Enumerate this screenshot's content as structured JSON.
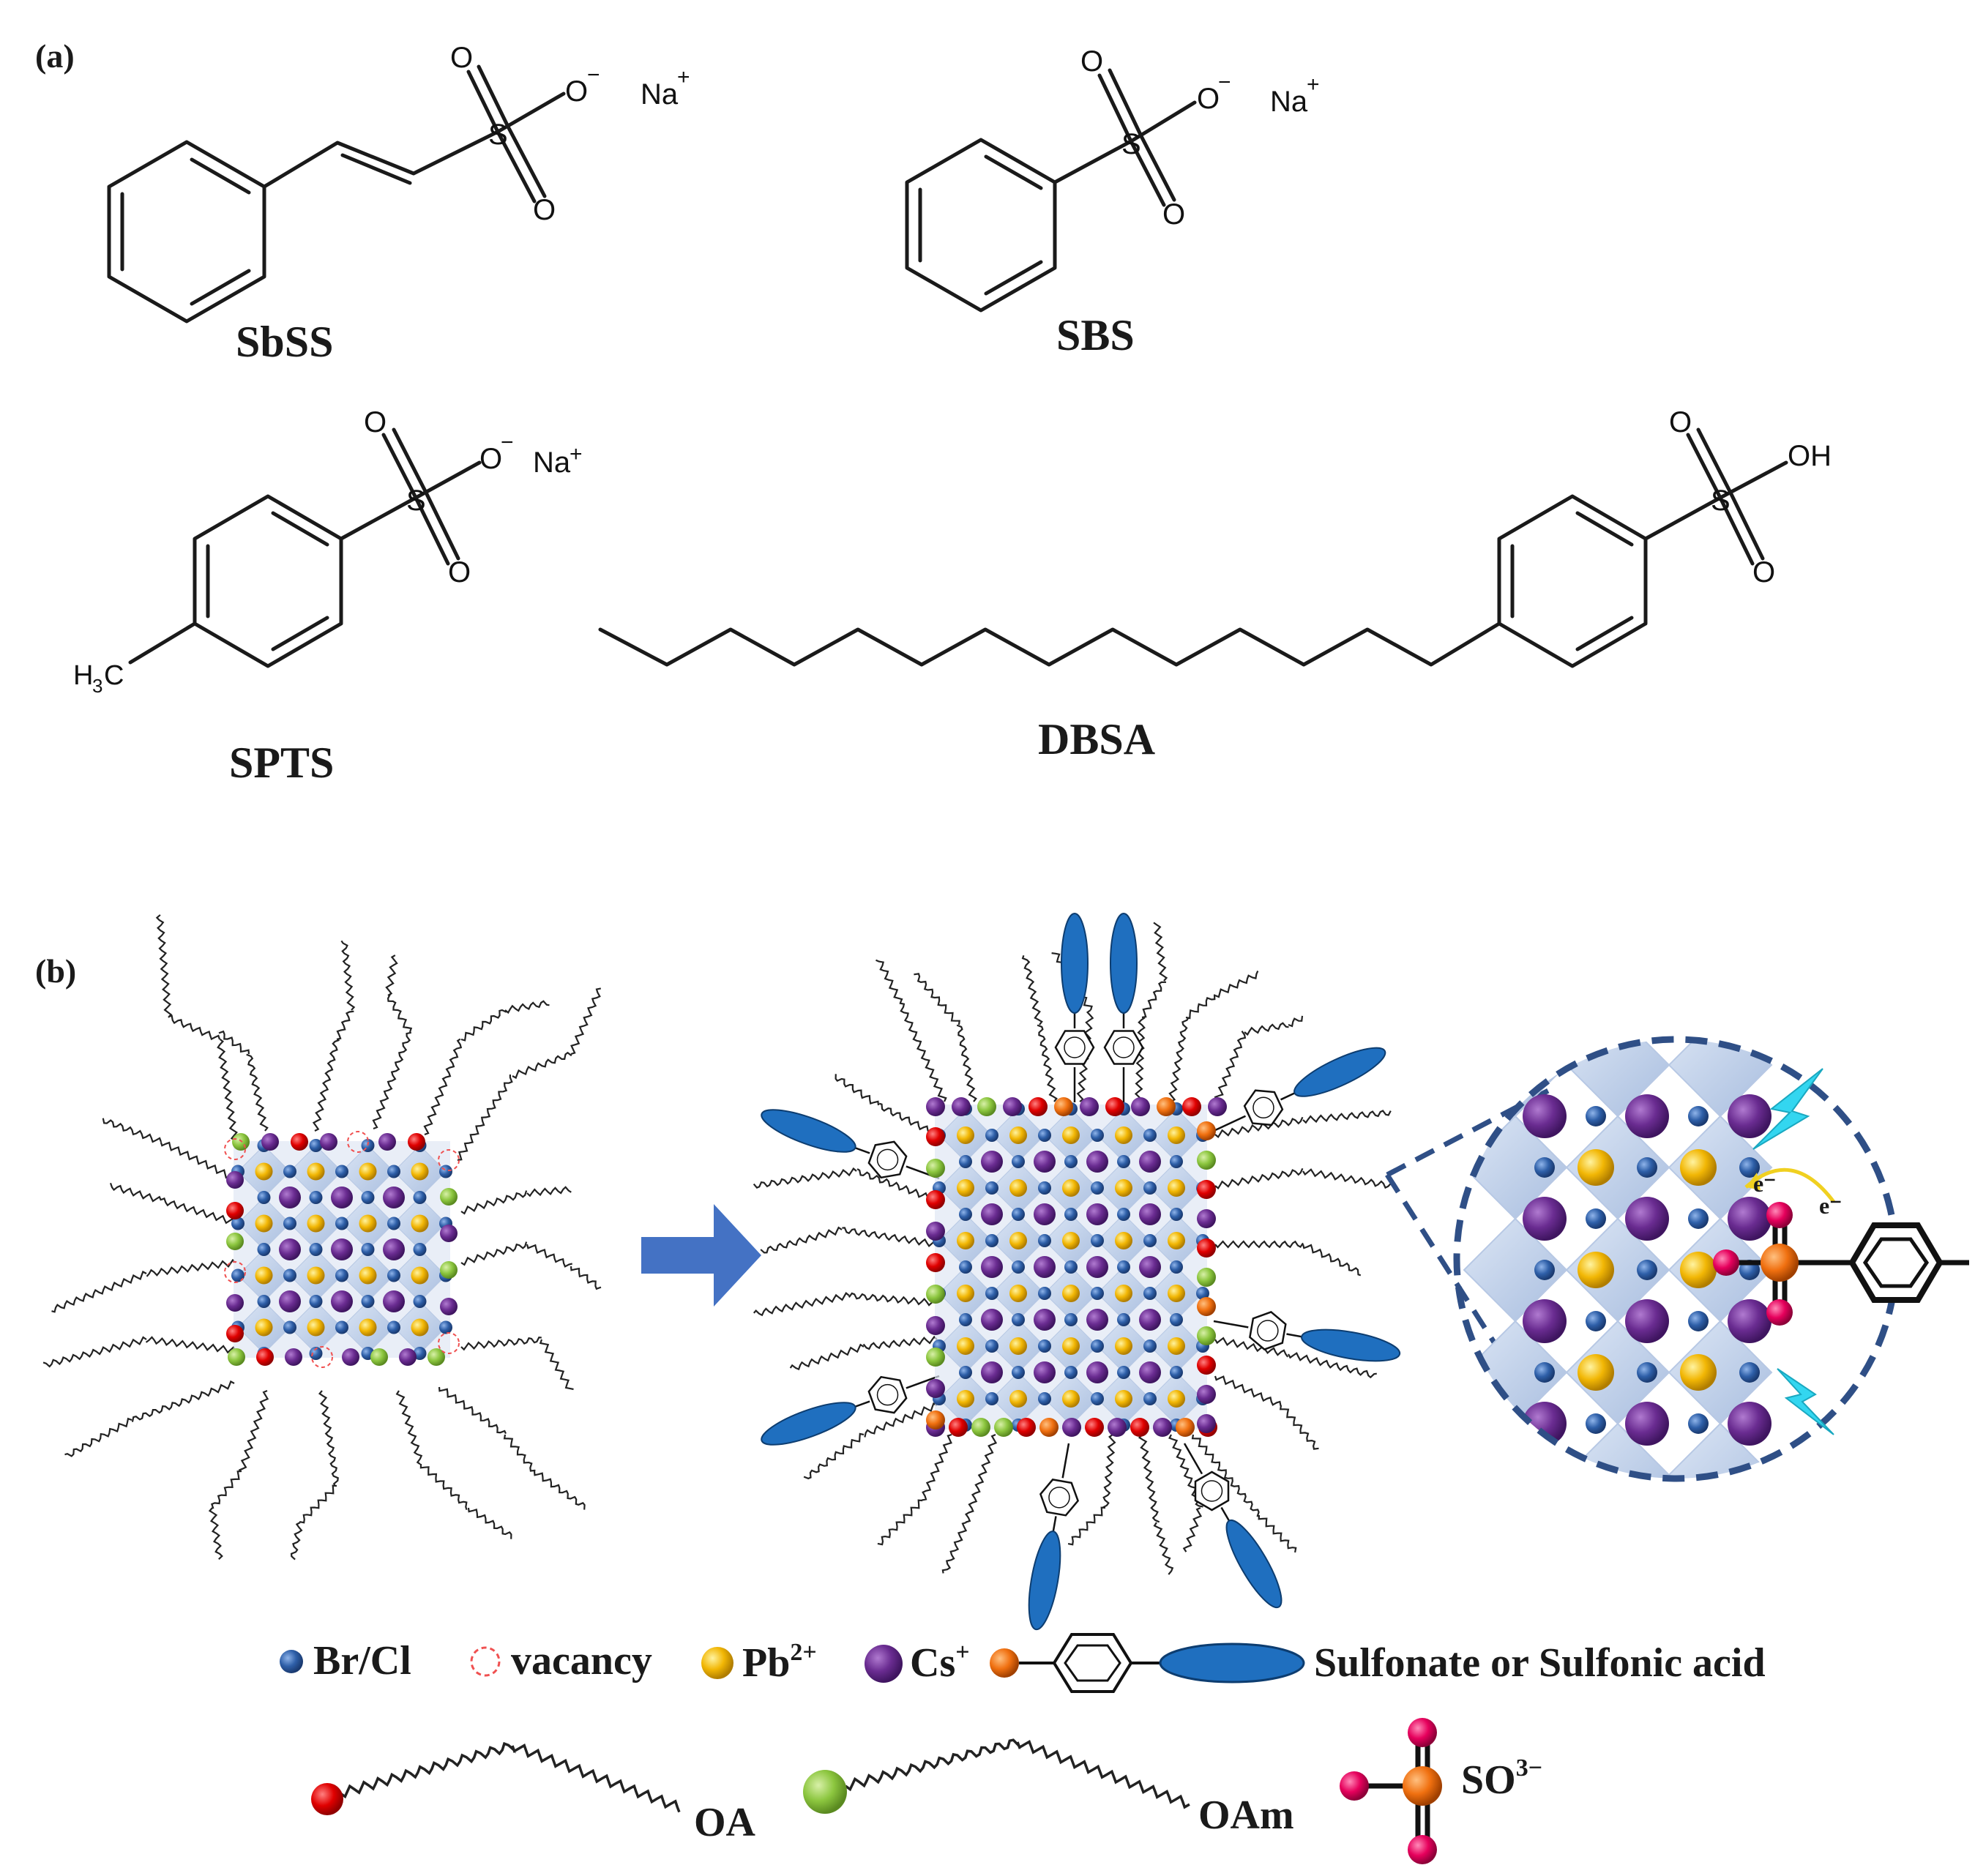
{
  "panel_a": {
    "label": "(a)",
    "molecules": {
      "sbss": {
        "name": "SbSS",
        "o_minus": "O",
        "minus": "−",
        "na": "Na",
        "plus": "+",
        "s": "S",
        "o1": "O",
        "o2": "O"
      },
      "sbs": {
        "name": "SBS",
        "o_minus": "O",
        "minus": "−",
        "na": "Na",
        "plus": "+",
        "s": "S",
        "o1": "O",
        "o2": "O"
      },
      "spts": {
        "name": "SPTS",
        "o_minus": "O",
        "minus": "−",
        "na": "Na",
        "plus": "+",
        "s": "S",
        "o1": "O",
        "o2": "O",
        "ch3_h": "H",
        "ch3_3": "3",
        "ch3_c": "C"
      },
      "dbsa": {
        "name": "DBSA",
        "oh": "OH",
        "s": "S",
        "o1": "O",
        "o2": "O"
      }
    }
  },
  "panel_b": {
    "label": "(b)",
    "zoom": {
      "e1": "e⁻",
      "e2": "e⁻"
    }
  },
  "legend": {
    "brcl": "Br/Cl",
    "vacancy": "vacancy",
    "pb": "Pb",
    "pb_sup": "2+",
    "cs": "Cs",
    "cs_sup": "+",
    "sulfonate": "Sulfonate or Sulfonic acid",
    "oa": "OA",
    "oam": "OAm",
    "so3": "SO",
    "so3_sup": "3−"
  },
  "colors": {
    "br_cl": "#2e5fa8",
    "pb": "#f2b705",
    "cs": "#6a2c91",
    "oa": "#e00000",
    "oam": "#8cc63f",
    "sulfonate_s": "#f07010",
    "oxygen": "#e6005c",
    "tail": "#1f6fbf",
    "arrow": "#4472c4",
    "lightning": "#33d6f0",
    "zoom_border": "#2f4f86"
  }
}
